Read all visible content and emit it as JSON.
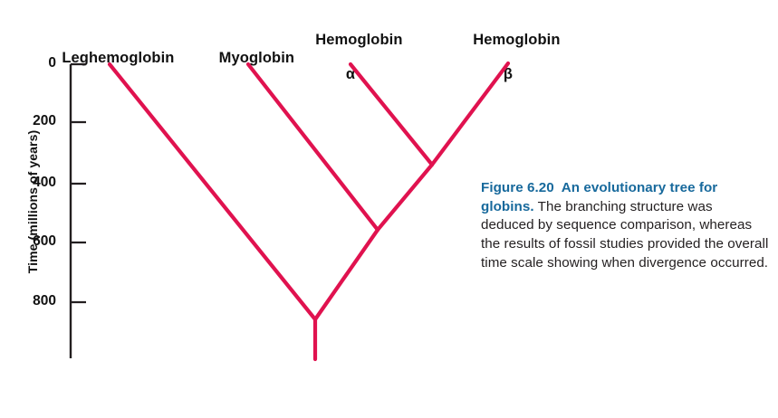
{
  "figure": {
    "number": "Figure 6.20",
    "title": "An evolutionary tree for globins.",
    "body": " The branching structure was deduced by sequence comparison, whereas the results of fossil studies provided the overall time scale showing when divergence occurred."
  },
  "axis": {
    "title": "Time (millions of years)",
    "unit": "millions of years",
    "ticks": [
      {
        "label": "0",
        "value": 0
      },
      {
        "label": "200",
        "value": 200
      },
      {
        "label": "400",
        "value": 400
      },
      {
        "label": "600",
        "value": 600
      },
      {
        "label": "800",
        "value": 800
      }
    ],
    "range": [
      0,
      1000
    ],
    "direction": "top-to-bottom"
  },
  "colors": {
    "tree_line": "#e0124f",
    "axis_line": "#231f20",
    "caption_heading": "#17699c",
    "caption_body": "#231f20",
    "background": "#ffffff"
  },
  "chart_data": {
    "type": "tree",
    "title": "An evolutionary tree for globins",
    "xlabel": "",
    "ylabel": "Time (millions of years)",
    "ylim": [
      0,
      1000
    ],
    "grid": false,
    "legend": "none",
    "taxa": [
      {
        "id": "leghemoglobin",
        "label": "Leghemoglobin",
        "sublabel": "",
        "tip_time": 0
      },
      {
        "id": "myoglobin",
        "label": "Myoglobin",
        "sublabel": "",
        "tip_time": 0
      },
      {
        "id": "hb-alpha",
        "label": "Hemoglobin",
        "sublabel": "α",
        "tip_time": 0
      },
      {
        "id": "hb-beta",
        "label": "Hemoglobin",
        "sublabel": "β",
        "tip_time": 0
      }
    ],
    "nodes": [
      {
        "id": "node-hb",
        "name": "hemoglobin-alpha-beta-divergence",
        "time": 340,
        "children": [
          "hb-alpha",
          "hb-beta"
        ]
      },
      {
        "id": "node-myo",
        "name": "myoglobin-hemoglobin-divergence",
        "time": 560,
        "children": [
          "myoglobin",
          "node-hb"
        ]
      },
      {
        "id": "node-root",
        "name": "root-leghemoglobin-divergence",
        "time": 860,
        "children": [
          "leghemoglobin",
          "node-myo"
        ]
      }
    ],
    "stem_time_extent": [
      860,
      990
    ]
  },
  "geometry": {
    "axis_x": 78,
    "axis_top_y": 71,
    "axis_bottom_y": 396,
    "tick_y": [
      71,
      135,
      203,
      268,
      334
    ],
    "tick_end_x": 95,
    "tips": {
      "leghemoglobin": [
        121,
        71
      ],
      "myoglobin": [
        274,
        71
      ],
      "hb_alpha": [
        387,
        71
      ],
      "hb_beta": [
        561,
        71
      ]
    },
    "junctions": {
      "hb_alpha_beta": [
        477,
        182
      ],
      "myoglobin": [
        417,
        254
      ],
      "root": [
        348,
        353
      ]
    },
    "stem_bottom": [
      348,
      397
    ]
  }
}
